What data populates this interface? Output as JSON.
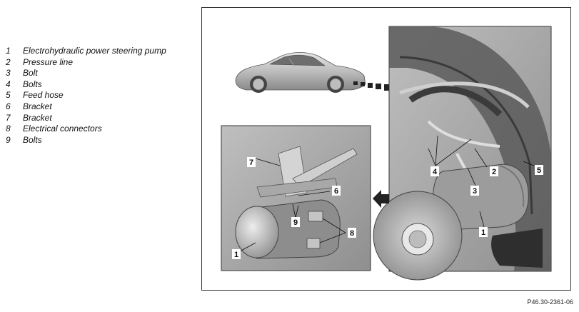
{
  "legend": {
    "items": [
      {
        "num": "1",
        "label": "Electrohydraulic power steering pump"
      },
      {
        "num": "2",
        "label": "Pressure line"
      },
      {
        "num": "3",
        "label": "Bolt"
      },
      {
        "num": "4",
        "label": "Bolts"
      },
      {
        "num": "5",
        "label": "Feed hose"
      },
      {
        "num": "6",
        "label": "Bracket"
      },
      {
        "num": "7",
        "label": "Bracket"
      },
      {
        "num": "8",
        "label": "Electrical connectors"
      },
      {
        "num": "9",
        "label": "Bolts"
      }
    ]
  },
  "callouts_right": {
    "c1": "1",
    "c2": "2",
    "c3": "3",
    "c4": "4",
    "c5": "5"
  },
  "callouts_left": {
    "c1": "1",
    "c6": "6",
    "c7": "7",
    "c8": "8",
    "c9": "9"
  },
  "reference_code": "P46.30-2361-06"
}
